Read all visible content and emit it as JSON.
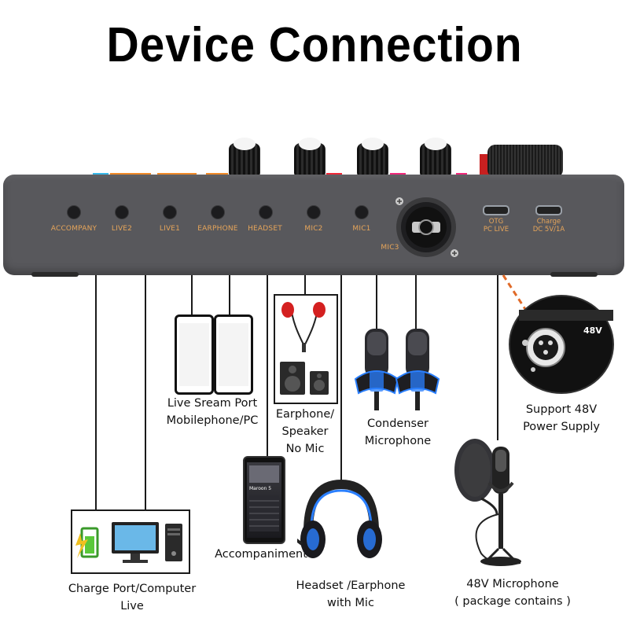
{
  "title": "Device Connection",
  "ports": [
    "ACCOMPANY",
    "LIVE2",
    "LIVE1",
    "EARPHONE",
    "HEADSET",
    "MIC2",
    "MIC1"
  ],
  "mic3": "MIC3",
  "usb": [
    {
      "line1": "OTG",
      "line2": "PC LIVE"
    },
    {
      "line1": "Charge",
      "line2": "DC 5V/1A"
    }
  ],
  "xlr_badge": "48V",
  "labels": {
    "live_stream": [
      "Live Sream Port",
      "Mobilephone/PC"
    ],
    "earphone_speaker": [
      "Earphone/",
      "Speaker",
      "No Mic"
    ],
    "condenser": [
      "Condenser",
      "Microphone"
    ],
    "support48v": [
      "Support 48V",
      "Power Supply"
    ],
    "accompaniment": "Accompaniment",
    "charge_port": [
      "Charge Port/Computer",
      "Live"
    ],
    "headset": [
      "Headset /Earphone",
      "with Mic"
    ],
    "mic48v": [
      "48V Microphone",
      "( package contains )"
    ]
  },
  "phone_app": {
    "artist": "Maroon 5"
  },
  "colors": {
    "port_label": "#e6a55a",
    "device": "#58585c",
    "orange": "#f08a28",
    "pink": "#f0287a",
    "cyan": "#38b8e8",
    "blue_glow": "#2a7fff"
  }
}
